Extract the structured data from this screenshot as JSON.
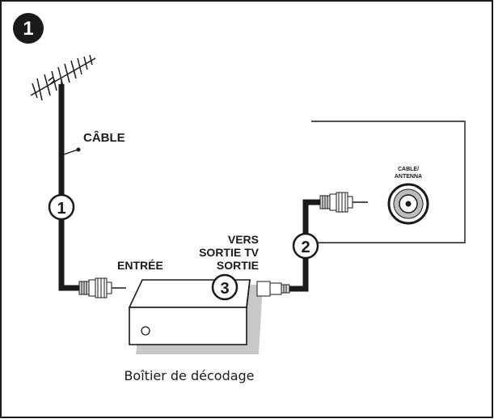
{
  "step_badge": "1",
  "labels": {
    "cable": "CÂBLE",
    "entree": "ENTRÉE",
    "vers": "VERS",
    "sortie_tv": "SORTIE TV",
    "sortie": "SORTIE",
    "tv_port": [
      "CABLE/",
      "ANTENNA"
    ],
    "decoder_caption": "Boîtier de décodage"
  },
  "callouts": [
    "1",
    "2",
    "3"
  ]
}
